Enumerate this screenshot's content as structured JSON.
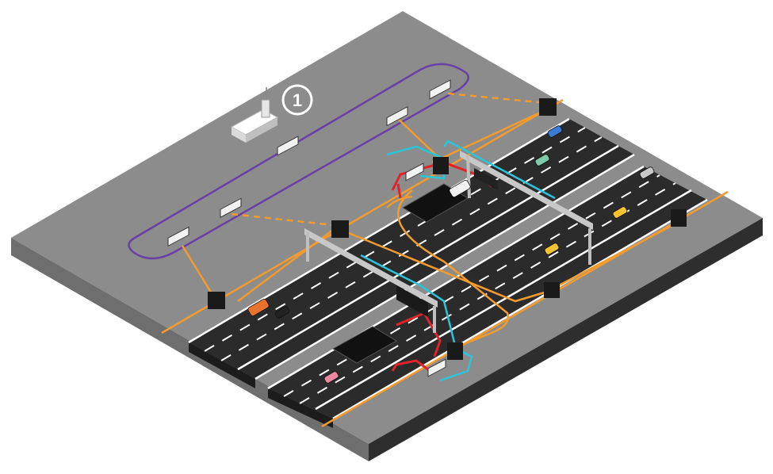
{
  "diagram": {
    "callout": {
      "number": "1"
    },
    "colors": {
      "ground_top": "#8a8a8a",
      "ground_side_left": "#6b6b6b",
      "ground_side_right": "#2a2a2a",
      "road": "#2b2b2b",
      "lane_marking": "#ffffff",
      "fiber_orange": "#f29b2e",
      "ring_purple": "#6a3fa6",
      "cable_cyan": "#2bc4d9",
      "cable_red": "#e0232b",
      "gantry": "#bfbfbf",
      "cabinet": "#1a1a1a",
      "badge": "#8c8c8c"
    },
    "vehicles": [
      {
        "kind": "car",
        "color": "#3a7bd5"
      },
      {
        "kind": "car",
        "color": "#7fc8a9"
      },
      {
        "kind": "car",
        "color": "#c9c9c9"
      },
      {
        "kind": "car",
        "color": "#f2c230"
      },
      {
        "kind": "car",
        "color": "#f2c230"
      },
      {
        "kind": "truck",
        "color": "#e8732b"
      },
      {
        "kind": "car",
        "color": "#222222"
      },
      {
        "kind": "car",
        "color": "#e98aa0"
      },
      {
        "kind": "truck",
        "color": "#f2f2f2"
      }
    ]
  }
}
